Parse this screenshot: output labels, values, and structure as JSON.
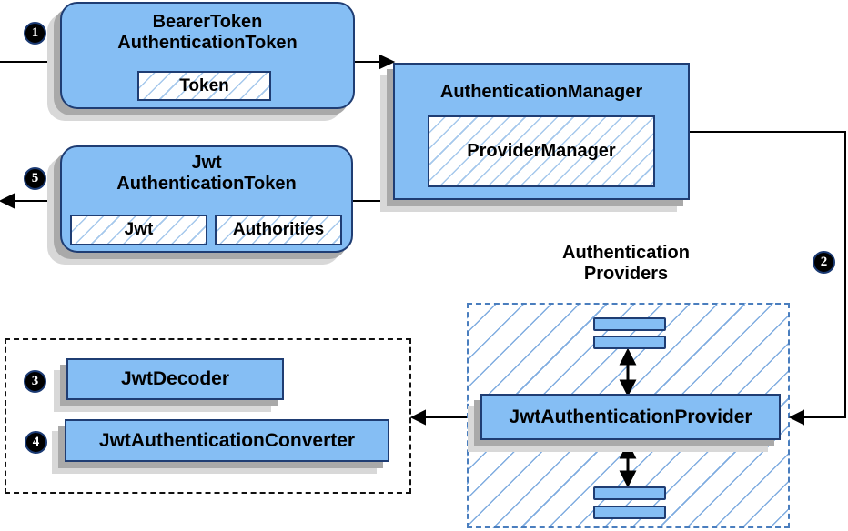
{
  "nodes": {
    "bearer": {
      "line1": "BearerToken",
      "line2": "AuthenticationToken",
      "token_chip": "Token"
    },
    "manager": {
      "title": "AuthenticationManager",
      "inner": "ProviderManager"
    },
    "jwt_token": {
      "line1": "Jwt",
      "line2": "AuthenticationToken",
      "jwt_chip": "Jwt",
      "authorities_chip": "Authorities"
    },
    "providers_group": {
      "line1": "Authentication",
      "line2": "Providers"
    },
    "jwt_provider": {
      "label": "JwtAuthenticationProvider"
    },
    "jwt_decoder": {
      "label": "JwtDecoder"
    },
    "jwt_converter": {
      "label": "JwtAuthenticationConverter"
    }
  },
  "badges": {
    "step1": "1",
    "step2": "2",
    "step3": "3",
    "step4": "4",
    "step5": "5"
  },
  "colors": {
    "box_fill": "#85BEF4",
    "box_border": "#1F3D73",
    "hatch_light": "#A5C8EC",
    "hatch_bold": "#7FACE0",
    "dashed_blue": "#4A7EBE",
    "shadow_dark": "#A9A9A9",
    "shadow_light": "#D8D8D8",
    "arrow": "#000000",
    "badge_bg": "#000000",
    "badge_text": "#FFFFFF"
  }
}
